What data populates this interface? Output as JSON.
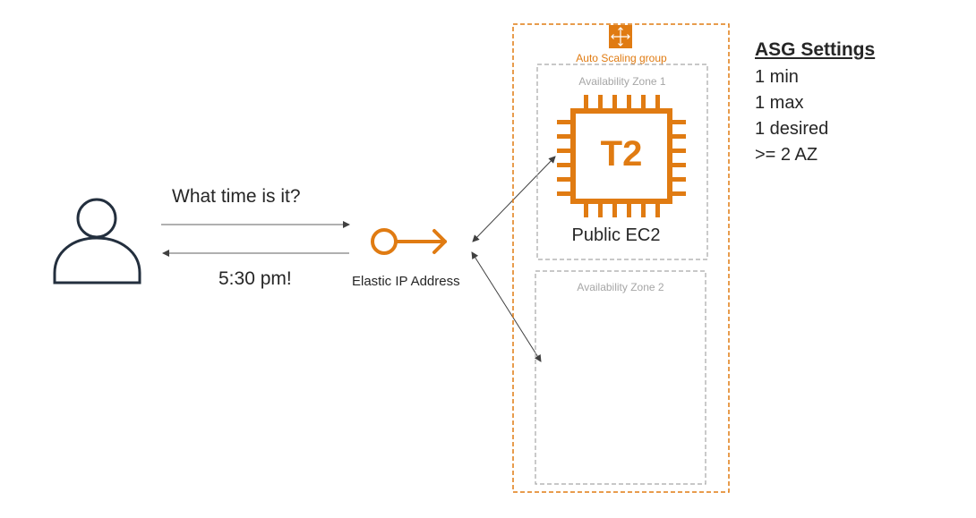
{
  "flow": {
    "question": "What time is it?",
    "answer": "5:30 pm!"
  },
  "elastic_ip": {
    "label": "Elastic IP Address",
    "icon": "elastic-ip-icon"
  },
  "asg": {
    "label": "Auto Scaling group",
    "icon": "auto-scaling-icon",
    "zones": [
      {
        "label": "Availability Zone 1"
      },
      {
        "label": "Availability Zone 2"
      }
    ]
  },
  "instance": {
    "chip_label": "T2",
    "label": "Public EC2",
    "icon": "cpu-chip-icon"
  },
  "settings": {
    "title": "ASG Settings",
    "lines": [
      "1 min",
      "1 max",
      "1 desired",
      ">= 2 AZ"
    ]
  },
  "colors": {
    "accent": "#E07B12",
    "zone_border": "#A6A6A6",
    "text": "#262626",
    "arrow": "#404040"
  }
}
